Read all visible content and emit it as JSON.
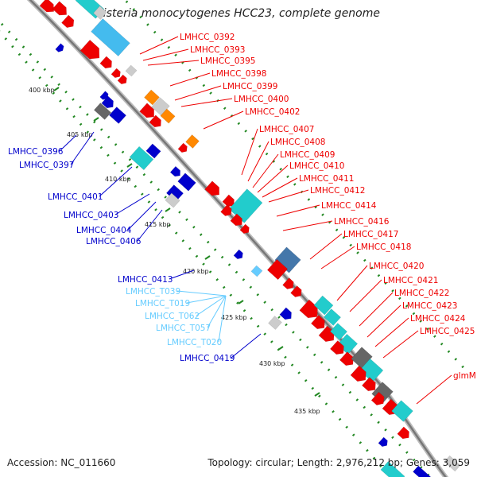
{
  "title": "Listeria monocytogenes HCC23, complete genome",
  "footer": {
    "accession": "Accession: NC_011660",
    "summary": "Topology: circular; Length: 2,976,212 bp; Genes: 3,059"
  },
  "colors": {
    "red": "#ee0000",
    "blue": "#0000cc",
    "cyan": "#22cccc",
    "lightblue": "#44bbee",
    "sky": "#66ccff",
    "orange": "#ff8800",
    "gray": "#666666",
    "lightgray": "#cccccc",
    "steel": "#4477aa",
    "green": "#228822"
  },
  "kbp_ticks": [
    "400 kbp",
    "405 kbp",
    "410 kbp",
    "415 kbp",
    "420 kbp",
    "425 kbp",
    "430 kbp",
    "435 kbp"
  ],
  "labels_right_red": [
    "LMHCC_0392",
    "LMHCC_0393",
    "LMHCC_0395",
    "LMHCC_0398",
    "LMHCC_0399",
    "LMHCC_0400",
    "LMHCC_0402",
    "LMHCC_0407",
    "LMHCC_0408",
    "LMHCC_0409",
    "LMHCC_0410",
    "LMHCC_0411",
    "LMHCC_0412",
    "LMHCC_0414",
    "LMHCC_0416",
    "LMHCC_0417",
    "LMHCC_0418",
    "LMHCC_0420",
    "LMHCC_0421",
    "LMHCC_0422",
    "LMHCC_0423",
    "LMHCC_0424",
    "LMHCC_0425",
    "glmM"
  ],
  "labels_left_blue": [
    "LMHCC_0396",
    "LMHCC_0397",
    "LMHCC_0401",
    "LMHCC_0403",
    "LMHCC_0404",
    "LMHCC_0406",
    "LMHCC_0413",
    "LMHCC_0419"
  ],
  "labels_left_cyan": [
    "LMHCC_T039",
    "LMHCC_T019",
    "LMHCC_T062",
    "LMHCC_T057",
    "LMHCC_T020"
  ]
}
